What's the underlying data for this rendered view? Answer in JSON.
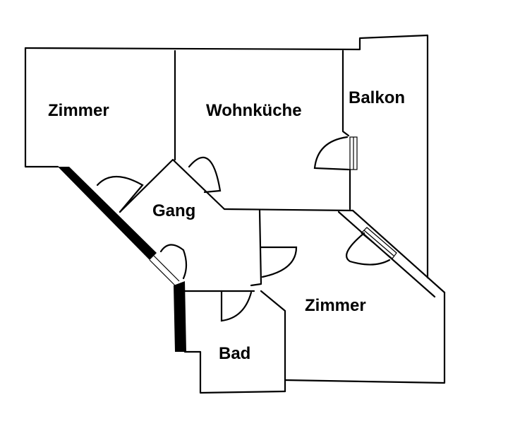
{
  "colors": {
    "wall": "#000000",
    "heavy_wall": "#000000",
    "background": "#ffffff"
  },
  "rooms": [
    {
      "id": "zimmer-1",
      "label": "Zimmer"
    },
    {
      "id": "wohnkueche",
      "label": "Wohnküche"
    },
    {
      "id": "balkon",
      "label": "Balkon"
    },
    {
      "id": "gang",
      "label": "Gang"
    },
    {
      "id": "zimmer-2",
      "label": "Zimmer"
    },
    {
      "id": "bad",
      "label": "Bad"
    }
  ]
}
